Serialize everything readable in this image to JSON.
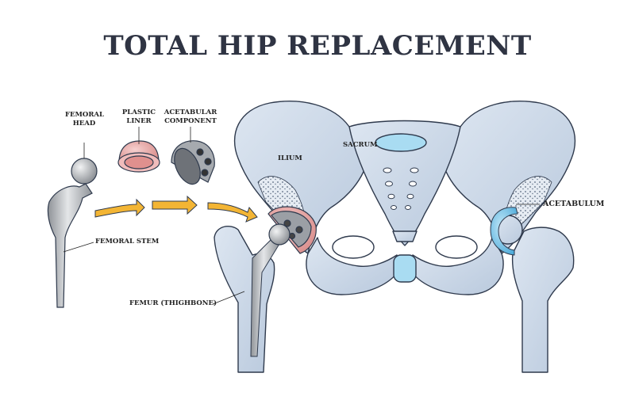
{
  "title": "TOTAL HIP REPLACEMENT",
  "labels": {
    "femoral_head": [
      "FEMORAL",
      "HEAD"
    ],
    "plastic_liner": [
      "PLASTIC",
      "LINER"
    ],
    "acetabular_component": [
      "ACETABULAR",
      "COMPONENT"
    ],
    "femoral_stem": "FEMORAL STEM",
    "femur": "FEMUR (THIGHBONE)",
    "ilium": "ILIUM",
    "sacrum": "SACRUM",
    "acetabulum": "ACETABULUM"
  },
  "colors": {
    "bone_fill": "#c9d6e6",
    "bone_stroke": "#2f3a4d",
    "metal": "#b9bcc0",
    "liner": "#e8a7a5",
    "arrow": "#f3b534",
    "cartilage": "#7fc8ea"
  }
}
